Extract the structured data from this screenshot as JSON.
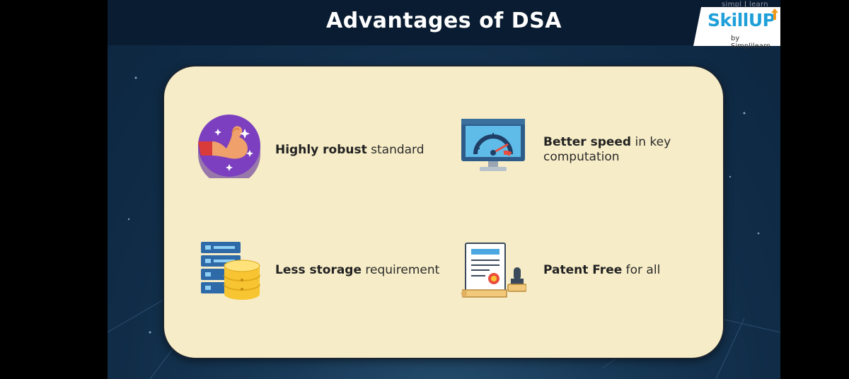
{
  "slide": {
    "title": "Advantages of DSA"
  },
  "logo": {
    "top_text": "simpl",
    "top_text_right": "learn",
    "main": "SkillUP",
    "sub": "by Simplilearn"
  },
  "advantages": [
    {
      "bold": "Highly robust",
      "rest": " standard",
      "icon": "flexed-bicep-icon"
    },
    {
      "bold": "Better speed",
      "rest": " in key",
      "line2": "computation",
      "icon": "speedometer-monitor-icon"
    },
    {
      "bold": "Less storage",
      "rest": " requirement",
      "icon": "server-database-icon"
    },
    {
      "bold": "Patent Free",
      "rest": " for all",
      "icon": "certificate-stamp-icon"
    }
  ]
}
